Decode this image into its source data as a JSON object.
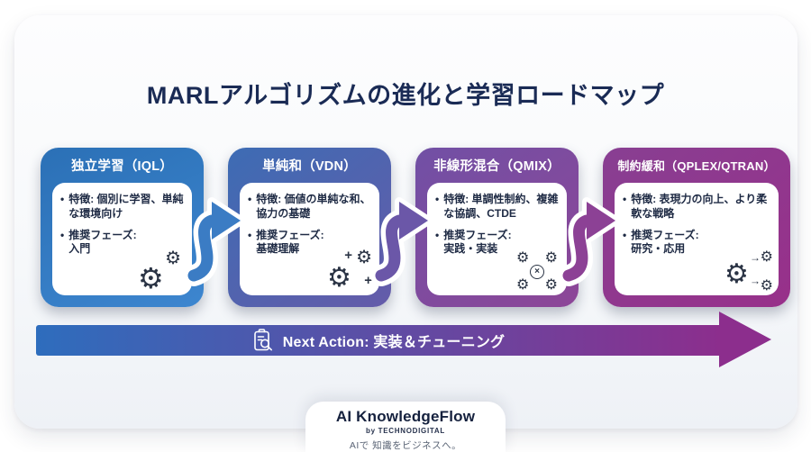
{
  "title": "MARLアルゴリズムの進化と学習ロードマップ",
  "cards": [
    {
      "header": "独立学習（IQL）",
      "bullets": [
        "特徴: 個別に学習、単純な環境向け",
        "推奨フェーズ:\n入門"
      ],
      "icon": "two-gears-icon",
      "grad": [
        "#2b70b6",
        "#3d86cf"
      ]
    },
    {
      "header": "単純和（VDN）",
      "bullets": [
        "特徴: 価値の単純な和、協力の基礎",
        "推奨フェーズ:\n基礎理解"
      ],
      "icon": "gears-plus-icon",
      "grad": [
        "#3d6cb4",
        "#655ba9"
      ]
    },
    {
      "header": "非線形混合（QMIX）",
      "bullets": [
        "特徴: 単調性制約、複雑な協調、CTDE",
        "推奨フェーズ:\n実践・実装"
      ],
      "icon": "gear-network-icon",
      "grad": [
        "#7150a5",
        "#8d4697"
      ]
    },
    {
      "header": "制約緩和（QPLEX/QTRAN）",
      "bullets": [
        "特徴: 表現力の向上、より柔軟な戦略",
        "推奨フェーズ:\n研究・応用"
      ],
      "icon": "gears-flow-icon",
      "grad": [
        "#883f92",
        "#98308a"
      ]
    }
  ],
  "connectors": [
    {
      "color": "#3b7cc4"
    },
    {
      "color": "#6b57a8"
    },
    {
      "color": "#8c4195"
    }
  ],
  "banner": {
    "icon": "clipboard-search-icon",
    "text": "Next Action: 実装＆チューニング",
    "grad": [
      "#2e6dbd",
      "#8c2e8d"
    ],
    "arrowhead_color": "#8c2e8d"
  },
  "footer": {
    "brand": "AI KnowledgeFlow",
    "byline": "by TECHNODIGITAL",
    "tagline": "AIで 知識をビジネスへ。"
  }
}
